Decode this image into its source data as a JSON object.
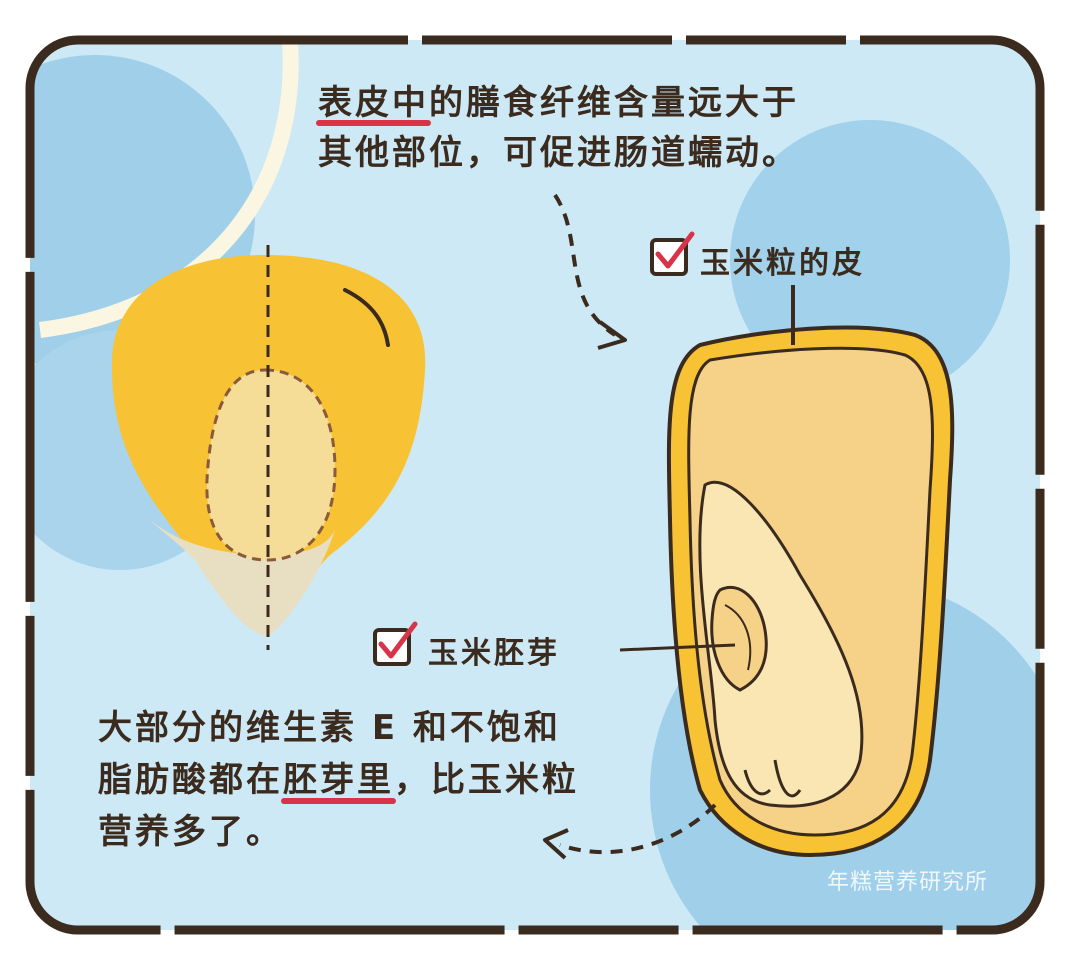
{
  "top_note": {
    "line1_highlight": "表皮中",
    "line1_rest": "的膳食纤维含量远大于",
    "line2": "其他部位，可促进肠道蠕动。"
  },
  "labels": {
    "skin": "玉米粒的皮",
    "germ": "玉米胚芽"
  },
  "bottom_note": {
    "line1": "大部分的维生素 E 和不饱和",
    "line2_prefix": "脂肪酸都在",
    "line2_highlight": "胚芽里",
    "line2_suffix": "，比玉米粒",
    "line3": "营养多了。"
  },
  "watermark": "年糕营养研究所",
  "icons": [
    "checkbox-checked-icon"
  ],
  "colors": {
    "background": "#cde9f5",
    "frame": "#3b2a1e",
    "kernel_yellow": "#f7c233",
    "kernel_cream": "#f6dd97",
    "highlight_red": "#d9334a"
  }
}
